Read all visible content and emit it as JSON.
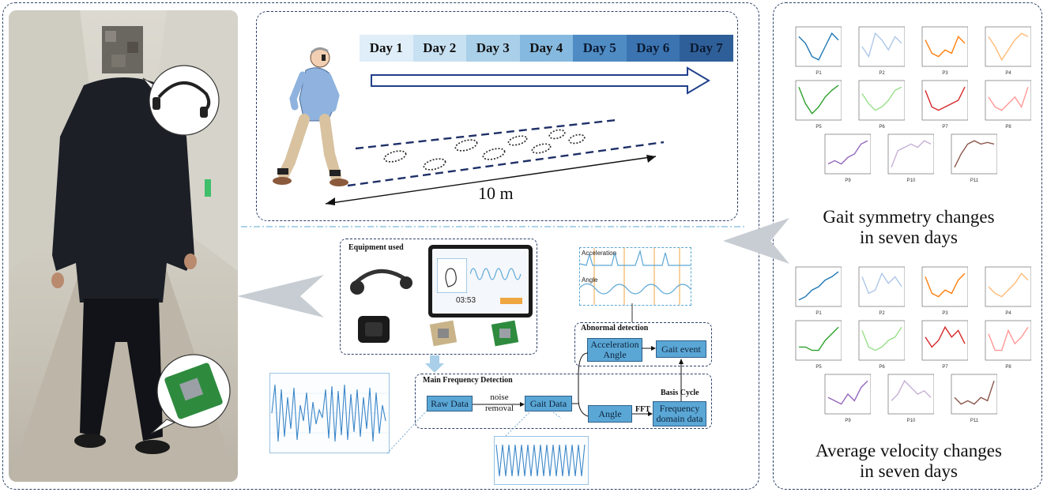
{
  "timeline": {
    "days": [
      {
        "label": "Day 1",
        "color": "#dfeef8"
      },
      {
        "label": "Day 2",
        "color": "#c8e1f2"
      },
      {
        "label": "Day 3",
        "color": "#a9cfe9"
      },
      {
        "label": "Day 4",
        "color": "#86b9df"
      },
      {
        "label": "Day 5",
        "color": "#4f8cc4"
      },
      {
        "label": "Day 6",
        "color": "#3b74b0"
      },
      {
        "label": "Day 7",
        "color": "#2f5f98"
      }
    ],
    "distance_label": "10 m"
  },
  "equipment": {
    "title": "Equipment used",
    "timer": "03:53"
  },
  "signals": {
    "acceleration_label": "Acceleration",
    "angle_label": "Angle"
  },
  "abnormal": {
    "title": "Abnormal detection",
    "input_label": "Acceleration Angle",
    "output_label": "Gait event"
  },
  "frequency": {
    "title": "Main Frequency Detection",
    "raw_label": "Raw Data",
    "noise_label": "noise removal",
    "gait_label": "Gait Data",
    "angle_label": "Angle",
    "fft_label": "FFT",
    "basis_label": "Basis Cycle",
    "freq_label": "Frequency domain data"
  },
  "results": {
    "symmetry_caption_1": "Gait symmetry changes",
    "symmetry_caption_2": "in seven days",
    "velocity_caption_1": "Average velocity changes",
    "velocity_caption_2": "in seven days",
    "symmetry_charts": [
      {
        "participant": "P1",
        "color": "#1f77b4",
        "values": [
          0.8,
          0.6,
          0.2,
          0.1,
          0.5,
          0.9,
          0.7
        ]
      },
      {
        "participant": "P2",
        "color": "#aec7e8",
        "values": [
          0.5,
          0.2,
          0.9,
          0.7,
          0.4,
          0.8,
          0.6
        ]
      },
      {
        "participant": "P3",
        "color": "#ff7f0e",
        "values": [
          0.7,
          0.3,
          0.2,
          0.4,
          0.3,
          0.8,
          0.6
        ]
      },
      {
        "participant": "P4",
        "color": "#ffbb78",
        "values": [
          0.8,
          0.5,
          0.1,
          0.4,
          0.7,
          0.9,
          0.8
        ]
      },
      {
        "participant": "P5",
        "color": "#2ca02c",
        "values": [
          0.9,
          0.4,
          0.1,
          0.3,
          0.6,
          0.8,
          0.95
        ]
      },
      {
        "participant": "P6",
        "color": "#98df8a",
        "values": [
          0.7,
          0.4,
          0.2,
          0.3,
          0.5,
          0.8,
          0.9
        ]
      },
      {
        "participant": "P7",
        "color": "#d62728",
        "values": [
          0.8,
          0.3,
          0.2,
          0.3,
          0.4,
          0.5,
          0.9
        ]
      },
      {
        "participant": "P8",
        "color": "#ff9896",
        "values": [
          0.6,
          0.3,
          0.2,
          0.4,
          0.6,
          0.3,
          0.9
        ]
      },
      {
        "participant": "P9",
        "color": "#9467bd",
        "values": [
          0.2,
          0.3,
          0.2,
          0.4,
          0.5,
          0.8,
          0.9
        ]
      },
      {
        "participant": "P10",
        "color": "#c5b0d5",
        "values": [
          0.1,
          0.6,
          0.7,
          0.8,
          0.7,
          0.9,
          0.8
        ]
      },
      {
        "participant": "P11",
        "color": "#8c564b",
        "values": [
          0.1,
          0.5,
          0.8,
          0.9,
          0.8,
          0.85,
          0.8
        ]
      }
    ],
    "velocity_charts": [
      {
        "participant": "P1",
        "color": "#1f77b4",
        "values": [
          0.1,
          0.2,
          0.4,
          0.5,
          0.7,
          0.8,
          0.95
        ]
      },
      {
        "participant": "P2",
        "color": "#aec7e8",
        "values": [
          0.8,
          0.3,
          0.4,
          0.9,
          0.6,
          0.8,
          0.5
        ]
      },
      {
        "participant": "P3",
        "color": "#ff7f0e",
        "values": [
          0.8,
          0.3,
          0.2,
          0.4,
          0.3,
          0.7,
          0.9
        ]
      },
      {
        "participant": "P4",
        "color": "#ffbb78",
        "values": [
          0.5,
          0.3,
          0.2,
          0.4,
          0.6,
          0.9,
          0.7
        ]
      },
      {
        "participant": "P5",
        "color": "#2ca02c",
        "values": [
          0.3,
          0.3,
          0.2,
          0.2,
          0.5,
          0.7,
          0.9
        ]
      },
      {
        "participant": "P6",
        "color": "#98df8a",
        "values": [
          0.8,
          0.3,
          0.2,
          0.3,
          0.5,
          0.6,
          0.9
        ]
      },
      {
        "participant": "P7",
        "color": "#d62728",
        "values": [
          0.6,
          0.3,
          0.5,
          0.9,
          0.6,
          0.8,
          0.4
        ]
      },
      {
        "participant": "P8",
        "color": "#ff9896",
        "values": [
          0.7,
          0.2,
          0.2,
          0.8,
          0.4,
          0.6,
          0.9
        ]
      },
      {
        "participant": "P9",
        "color": "#9467bd",
        "values": [
          0.4,
          0.3,
          0.2,
          0.5,
          0.3,
          0.7,
          0.9
        ]
      },
      {
        "participant": "P10",
        "color": "#c5b0d5",
        "values": [
          0.3,
          0.5,
          0.9,
          0.7,
          0.5,
          0.6,
          0.4
        ]
      },
      {
        "participant": "P11",
        "color": "#8c564b",
        "values": [
          0.4,
          0.2,
          0.3,
          0.2,
          0.4,
          0.3,
          0.9
        ]
      }
    ]
  }
}
